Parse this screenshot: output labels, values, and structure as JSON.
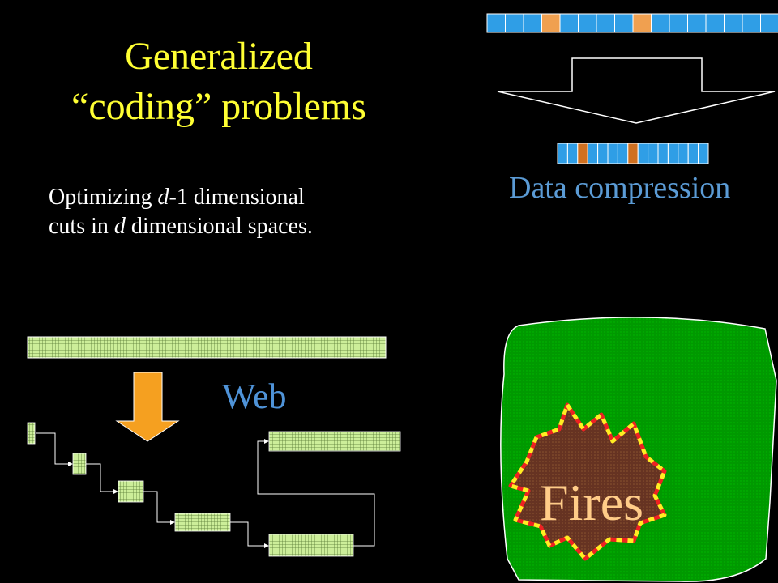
{
  "title": {
    "line1": "Generalized",
    "line2": "“coding” problems"
  },
  "description": {
    "line1_before": "Optimizing ",
    "line1_italic": "d",
    "line1_after": "-1 dimensional",
    "line2_before": "cuts in ",
    "line2_italic": "d",
    "line2_after": " dimensional spaces."
  },
  "panels": {
    "data_compression": {
      "label": "Data compression",
      "input_cells": 16,
      "highlight_cells": [
        3,
        8
      ],
      "output_cells": 15,
      "output_highlight_cells": [
        2,
        7
      ]
    },
    "web": {
      "label": "Web"
    },
    "fires": {
      "label": "Fires"
    }
  },
  "colors": {
    "title": "#ffff33",
    "cell_blue": "#2f9ee6",
    "cell_orange": "#f0a050",
    "cell_dark_orange": "#d07020",
    "grid_green": "#ccee99",
    "arrow_orange": "#f5a020",
    "field_green": "#009900",
    "fire_brown": "#663322",
    "fire_red": "#ee2222",
    "fire_yellow": "#ffee22"
  }
}
